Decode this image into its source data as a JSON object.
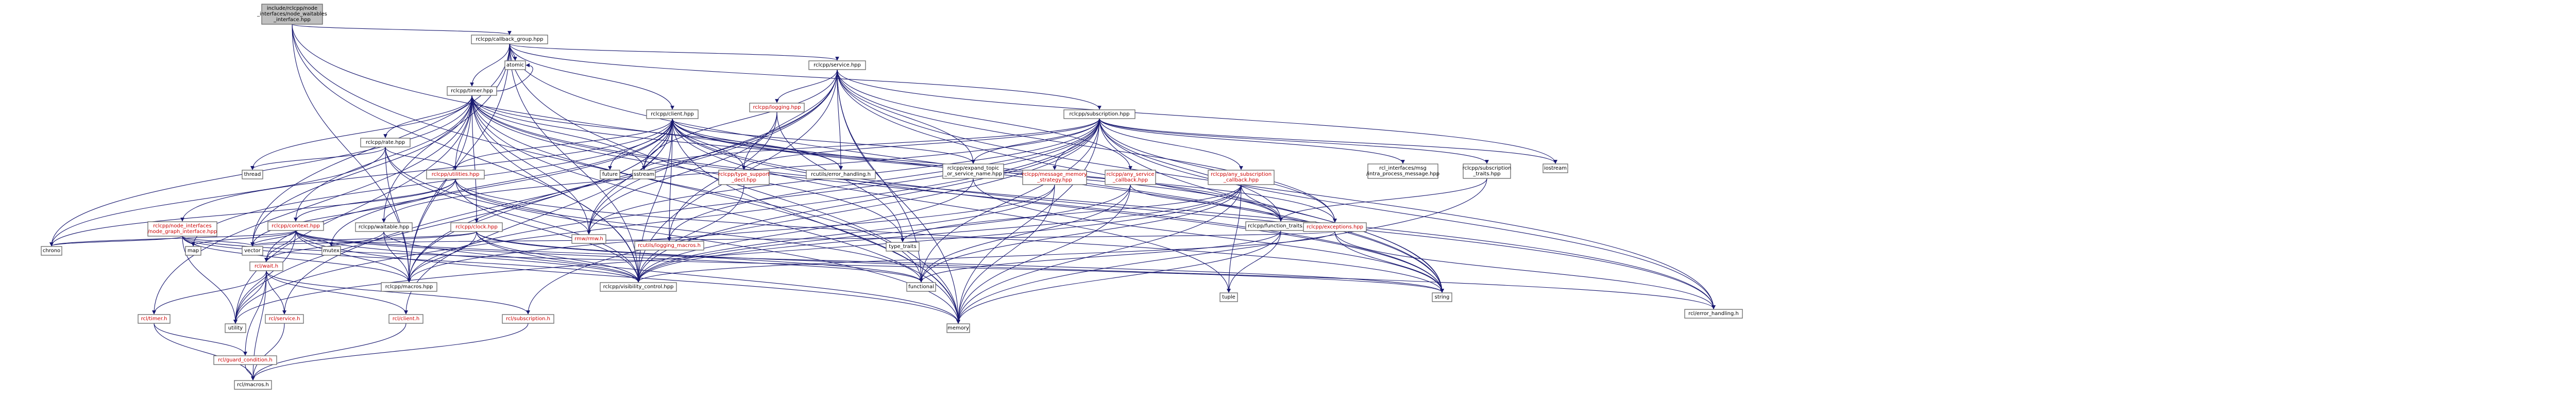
{
  "colors": {
    "root_fill": "#bfbfbf",
    "node_fill": "#ffffff",
    "edge": "#191970",
    "text_link": "#000000",
    "text_missing": "#cc0000"
  },
  "nodes": [
    {
      "id": "root",
      "lines": [
        "include/rclcpp/node",
        "_interfaces/node_waitables",
        "_interface.hpp"
      ],
      "missing": false,
      "root": true
    },
    {
      "id": "callback_group",
      "lines": [
        "rclcpp/callback_group.hpp"
      ],
      "missing": false
    },
    {
      "id": "atomic",
      "lines": [
        "atomic"
      ],
      "missing": false
    },
    {
      "id": "service_hpp",
      "lines": [
        "rclcpp/service.hpp"
      ],
      "missing": false
    },
    {
      "id": "timer_hpp",
      "lines": [
        "rclcpp/timer.hpp"
      ],
      "missing": false
    },
    {
      "id": "subscription_hpp",
      "lines": [
        "rclcpp/subscription.hpp"
      ],
      "missing": false
    },
    {
      "id": "client_hpp",
      "lines": [
        "rclcpp/client.hpp"
      ],
      "missing": false
    },
    {
      "id": "logging_hpp",
      "lines": [
        "rclcpp/logging.hpp"
      ],
      "missing": true
    },
    {
      "id": "rate_hpp",
      "lines": [
        "rclcpp/rate.hpp"
      ],
      "missing": false
    },
    {
      "id": "thread",
      "lines": [
        "thread"
      ],
      "missing": false
    },
    {
      "id": "utilities_hpp",
      "lines": [
        "rclcpp/utilities.hpp"
      ],
      "missing": true
    },
    {
      "id": "type_support_decl",
      "lines": [
        "rclcpp/type_support",
        "_decl.hpp"
      ],
      "missing": true
    },
    {
      "id": "sstream",
      "lines": [
        "sstream"
      ],
      "missing": false
    },
    {
      "id": "future",
      "lines": [
        "future"
      ],
      "missing": false
    },
    {
      "id": "rcutils_error_handling",
      "lines": [
        "rcutils/error_handling.h"
      ],
      "missing": false
    },
    {
      "id": "expand_topic",
      "lines": [
        "rclcpp/expand_topic",
        "_or_service_name.hpp"
      ],
      "missing": false
    },
    {
      "id": "message_memory",
      "lines": [
        "rclcpp/message_memory",
        "_strategy.hpp"
      ],
      "missing": true
    },
    {
      "id": "any_service_cb",
      "lines": [
        "rclcpp/any_service",
        "_callback.hpp"
      ],
      "missing": true
    },
    {
      "id": "any_sub_cb",
      "lines": [
        "rclcpp/any_subscription",
        "_callback.hpp"
      ],
      "missing": true
    },
    {
      "id": "rcl_interfaces_intra",
      "lines": [
        "rcl_interfaces/msg",
        "/intra_process_message.hpp"
      ],
      "missing": false
    },
    {
      "id": "sub_traits",
      "lines": [
        "rclcpp/subscription",
        "_traits.hpp"
      ],
      "missing": false
    },
    {
      "id": "iostream",
      "lines": [
        "iostream"
      ],
      "missing": false
    },
    {
      "id": "context_hpp",
      "lines": [
        "rclcpp/context.hpp"
      ],
      "missing": true
    },
    {
      "id": "waitable_hpp",
      "lines": [
        "rclcpp/waitable.hpp"
      ],
      "missing": false
    },
    {
      "id": "clock_hpp",
      "lines": [
        "rclcpp/clock.hpp"
      ],
      "missing": true
    },
    {
      "id": "node_graph_iface",
      "lines": [
        "rclcpp/node_interfaces",
        "/node_graph_interface.hpp"
      ],
      "missing": true
    },
    {
      "id": "rmw_rmw_h",
      "lines": [
        "rmw/rmw.h"
      ],
      "missing": true
    },
    {
      "id": "rcutils_logging_macros",
      "lines": [
        "rcutils/logging_macros.h"
      ],
      "missing": true
    },
    {
      "id": "type_traits",
      "lines": [
        "type_traits"
      ],
      "missing": false
    },
    {
      "id": "function_traits",
      "lines": [
        "rclcpp/function_traits.hpp"
      ],
      "missing": false
    },
    {
      "id": "exceptions_hpp",
      "lines": [
        "rclcpp/exceptions.hpp"
      ],
      "missing": true
    },
    {
      "id": "chrono",
      "lines": [
        "chrono"
      ],
      "missing": false
    },
    {
      "id": "map",
      "lines": [
        "map"
      ],
      "missing": false
    },
    {
      "id": "vector",
      "lines": [
        "vector"
      ],
      "missing": false
    },
    {
      "id": "rcl_wait_h",
      "lines": [
        "rcl/wait.h"
      ],
      "missing": true
    },
    {
      "id": "mutex",
      "lines": [
        "mutex"
      ],
      "missing": false
    },
    {
      "id": "macros_hpp",
      "lines": [
        "rclcpp/macros.hpp"
      ],
      "missing": false
    },
    {
      "id": "visibility_control",
      "lines": [
        "rclcpp/visibility_control.hpp"
      ],
      "missing": false
    },
    {
      "id": "functional",
      "lines": [
        "functional"
      ],
      "missing": false
    },
    {
      "id": "tuple",
      "lines": [
        "tuple"
      ],
      "missing": false
    },
    {
      "id": "string",
      "lines": [
        "string"
      ],
      "missing": false
    },
    {
      "id": "rcl_error_handling",
      "lines": [
        "rcl/error_handling.h"
      ],
      "missing": false
    },
    {
      "id": "rcl_timer_h",
      "lines": [
        "rcl/timer.h"
      ],
      "missing": true
    },
    {
      "id": "utility",
      "lines": [
        "utility"
      ],
      "missing": false
    },
    {
      "id": "rcl_service_h",
      "lines": [
        "rcl/service.h"
      ],
      "missing": true
    },
    {
      "id": "rcl_client_h",
      "lines": [
        "rcl/client.h"
      ],
      "missing": true
    },
    {
      "id": "rcl_subscription_h",
      "lines": [
        "rcl/subscription.h"
      ],
      "missing": true
    },
    {
      "id": "memory",
      "lines": [
        "memory"
      ],
      "missing": false
    },
    {
      "id": "guard_condition",
      "lines": [
        "rcl/guard_condition.h"
      ],
      "missing": true
    },
    {
      "id": "rcl_macros_h",
      "lines": [
        "rcl/macros.h"
      ],
      "missing": false
    }
  ],
  "edges": [
    [
      "root",
      "callback_group"
    ],
    [
      "root",
      "memory"
    ],
    [
      "root",
      "macros_hpp"
    ],
    [
      "root",
      "visibility_control"
    ],
    [
      "root",
      "string"
    ],
    [
      "callback_group",
      "atomic"
    ],
    [
      "callback_group",
      "service_hpp"
    ],
    [
      "callback_group",
      "timer_hpp"
    ],
    [
      "callback_group",
      "subscription_hpp"
    ],
    [
      "callback_group",
      "client_hpp"
    ],
    [
      "callback_group",
      "macros_hpp"
    ],
    [
      "callback_group",
      "visibility_control"
    ],
    [
      "callback_group",
      "vector"
    ],
    [
      "callback_group",
      "string"
    ],
    [
      "callback_group",
      "memory"
    ],
    [
      "callback_group",
      "waitable_hpp"
    ],
    [
      "service_hpp",
      "logging_hpp"
    ],
    [
      "service_hpp",
      "type_support_decl"
    ],
    [
      "service_hpp",
      "sstream"
    ],
    [
      "service_hpp",
      "expand_topic"
    ],
    [
      "service_hpp",
      "any_service_cb"
    ],
    [
      "service_hpp",
      "rcl_error_handling"
    ],
    [
      "service_hpp",
      "rcl_service_h"
    ],
    [
      "service_hpp",
      "rmw_rmw_h"
    ],
    [
      "service_hpp",
      "functional"
    ],
    [
      "service_hpp",
      "string"
    ],
    [
      "service_hpp",
      "memory"
    ],
    [
      "service_hpp",
      "iostream"
    ],
    [
      "service_hpp",
      "exceptions_hpp"
    ],
    [
      "service_hpp",
      "macros_hpp"
    ],
    [
      "service_hpp",
      "visibility_control"
    ],
    [
      "service_hpp",
      "rcutils_error_handling"
    ],
    [
      "timer_hpp",
      "rate_hpp"
    ],
    [
      "timer_hpp",
      "utilities_hpp"
    ],
    [
      "timer_hpp",
      "context_hpp"
    ],
    [
      "timer_hpp",
      "clock_hpp"
    ],
    [
      "timer_hpp",
      "thread"
    ],
    [
      "timer_hpp",
      "chrono"
    ],
    [
      "timer_hpp",
      "functional"
    ],
    [
      "timer_hpp",
      "memory"
    ],
    [
      "timer_hpp",
      "sstream"
    ],
    [
      "timer_hpp",
      "type_traits"
    ],
    [
      "timer_hpp",
      "utility"
    ],
    [
      "timer_hpp",
      "vector"
    ],
    [
      "timer_hpp",
      "string"
    ],
    [
      "timer_hpp",
      "atomic"
    ],
    [
      "timer_hpp",
      "function_traits"
    ],
    [
      "timer_hpp",
      "macros_hpp"
    ],
    [
      "timer_hpp",
      "visibility_control"
    ],
    [
      "timer_hpp",
      "rcl_error_handling"
    ],
    [
      "timer_hpp",
      "rcl_timer_h"
    ],
    [
      "timer_hpp",
      "rmw_rmw_h"
    ],
    [
      "timer_hpp",
      "rcutils_error_handling"
    ],
    [
      "subscription_hpp",
      "any_sub_cb"
    ],
    [
      "subscription_hpp",
      "message_memory"
    ],
    [
      "subscription_hpp",
      "rcl_interfaces_intra"
    ],
    [
      "subscription_hpp",
      "sub_traits"
    ],
    [
      "subscription_hpp",
      "expand_topic"
    ],
    [
      "subscription_hpp",
      "exceptions_hpp"
    ],
    [
      "subscription_hpp",
      "type_support_decl"
    ],
    [
      "subscription_hpp",
      "macros_hpp"
    ],
    [
      "subscription_hpp",
      "visibility_control"
    ],
    [
      "subscription_hpp",
      "rcl_error_handling"
    ],
    [
      "subscription_hpp",
      "rcl_subscription_h"
    ],
    [
      "subscription_hpp",
      "rmw_rmw_h"
    ],
    [
      "subscription_hpp",
      "functional"
    ],
    [
      "subscription_hpp",
      "iostream"
    ],
    [
      "subscription_hpp",
      "memory"
    ],
    [
      "subscription_hpp",
      "sstream"
    ],
    [
      "subscription_hpp",
      "string"
    ],
    [
      "subscription_hpp",
      "utility"
    ],
    [
      "subscription_hpp",
      "rcutils_logging_macros"
    ],
    [
      "subscription_hpp",
      "function_traits"
    ],
    [
      "subscription_hpp",
      "waitable_hpp"
    ],
    [
      "client_hpp",
      "future"
    ],
    [
      "client_hpp",
      "map"
    ],
    [
      "client_hpp",
      "memory"
    ],
    [
      "client_hpp",
      "sstream"
    ],
    [
      "client_hpp",
      "string"
    ],
    [
      "client_hpp",
      "tuple"
    ],
    [
      "client_hpp",
      "utility"
    ],
    [
      "client_hpp",
      "mutex"
    ],
    [
      "client_hpp",
      "rcl_client_h"
    ],
    [
      "client_hpp",
      "rcl_error_handling"
    ],
    [
      "client_hpp",
      "rcl_wait_h"
    ],
    [
      "client_hpp",
      "rcutils_logging_macros"
    ],
    [
      "client_hpp",
      "rmw_rmw_h"
    ],
    [
      "client_hpp",
      "function_traits"
    ],
    [
      "client_hpp",
      "macros_hpp"
    ],
    [
      "client_hpp",
      "node_graph_iface"
    ],
    [
      "client_hpp",
      "type_support_decl"
    ],
    [
      "client_hpp",
      "utilities_hpp"
    ],
    [
      "client_hpp",
      "expand_topic"
    ],
    [
      "client_hpp",
      "visibility_control"
    ],
    [
      "client_hpp",
      "exceptions_hpp"
    ],
    [
      "client_hpp",
      "rcutils_error_handling"
    ],
    [
      "logging_hpp",
      "type_traits"
    ],
    [
      "logging_hpp",
      "rcutils_logging_macros"
    ],
    [
      "logging_hpp",
      "rmw_rmw_h"
    ],
    [
      "rate_hpp",
      "chrono"
    ],
    [
      "rate_hpp",
      "memory"
    ],
    [
      "rate_hpp",
      "thread"
    ],
    [
      "rate_hpp",
      "macros_hpp"
    ],
    [
      "rate_hpp",
      "utilities_hpp"
    ],
    [
      "rate_hpp",
      "visibility_control"
    ],
    [
      "utilities_hpp",
      "chrono"
    ],
    [
      "utilities_hpp",
      "functional"
    ],
    [
      "utilities_hpp",
      "string"
    ],
    [
      "utilities_hpp",
      "vector"
    ],
    [
      "utilities_hpp",
      "context_hpp"
    ],
    [
      "utilities_hpp",
      "visibility_control"
    ],
    [
      "utilities_hpp",
      "rmw_rmw_h"
    ],
    [
      "type_support_decl",
      "visibility_control"
    ],
    [
      "expand_topic",
      "string"
    ],
    [
      "expand_topic",
      "visibility_control"
    ],
    [
      "message_memory",
      "memory"
    ],
    [
      "message_memory",
      "macros_hpp"
    ],
    [
      "message_memory",
      "visibility_control"
    ],
    [
      "any_service_cb",
      "functional"
    ],
    [
      "any_service_cb",
      "memory"
    ],
    [
      "any_service_cb",
      "function_traits"
    ],
    [
      "any_service_cb",
      "visibility_control"
    ],
    [
      "any_sub_cb",
      "functional"
    ],
    [
      "any_sub_cb",
      "memory"
    ],
    [
      "any_sub_cb",
      "stdexcept_dummy"
    ],
    [
      "any_sub_cb",
      "type_traits"
    ],
    [
      "any_sub_cb",
      "utility"
    ],
    [
      "any_sub_cb",
      "function_traits"
    ],
    [
      "any_sub_cb",
      "visibility_control"
    ],
    [
      "any_sub_cb",
      "tuple"
    ],
    [
      "sub_traits",
      "memory"
    ],
    [
      "sub_traits",
      "function_traits"
    ],
    [
      "context_hpp",
      "map"
    ],
    [
      "context_hpp",
      "memory"
    ],
    [
      "context_hpp",
      "mutex"
    ],
    [
      "context_hpp",
      "utility"
    ],
    [
      "context_hpp",
      "vector"
    ],
    [
      "context_hpp",
      "string"
    ],
    [
      "context_hpp",
      "rcl_wait_h"
    ],
    [
      "context_hpp",
      "macros_hpp"
    ],
    [
      "context_hpp",
      "visibility_control"
    ],
    [
      "context_hpp",
      "functional"
    ],
    [
      "context_hpp",
      "chrono"
    ],
    [
      "waitable_hpp",
      "macros_hpp"
    ],
    [
      "waitable_hpp",
      "visibility_control"
    ],
    [
      "waitable_hpp",
      "rcl_wait_h"
    ],
    [
      "clock_hpp",
      "functional"
    ],
    [
      "clock_hpp",
      "memory"
    ],
    [
      "clock_hpp",
      "mutex"
    ],
    [
      "clock_hpp",
      "macros_hpp"
    ],
    [
      "clock_hpp",
      "visibility_control"
    ],
    [
      "clock_hpp",
      "vector"
    ],
    [
      "clock_hpp",
      "rcl_error_handling"
    ],
    [
      "node_graph_iface",
      "chrono"
    ],
    [
      "node_graph_iface",
      "map"
    ],
    [
      "node_graph_iface",
      "string"
    ],
    [
      "node_graph_iface",
      "utility"
    ],
    [
      "node_graph_iface",
      "vector"
    ],
    [
      "node_graph_iface",
      "macros_hpp"
    ],
    [
      "node_graph_iface",
      "visibility_control"
    ],
    [
      "function_traits",
      "functional"
    ],
    [
      "function_traits",
      "memory"
    ],
    [
      "function_traits",
      "tuple"
    ],
    [
      "exceptions_hpp",
      "string"
    ],
    [
      "exceptions_hpp",
      "vector"
    ],
    [
      "exceptions_hpp",
      "visibility_control"
    ],
    [
      "exceptions_hpp",
      "rcl_error_handling"
    ],
    [
      "rcl_wait_h",
      "rcl_client_h"
    ],
    [
      "rcl_wait_h",
      "rcl_guard_condition_dummy"
    ],
    [
      "rcl_wait_h",
      "guard_condition"
    ],
    [
      "rcl_wait_h",
      "rcl_macros_h"
    ],
    [
      "rcl_wait_h",
      "rcl_service_h"
    ],
    [
      "rcl_wait_h",
      "rcl_subscription_h"
    ],
    [
      "rcl_wait_h",
      "rcl_timer_h"
    ],
    [
      "rcl_wait_h",
      "utility"
    ],
    [
      "rcl_timer_h",
      "guard_condition"
    ],
    [
      "rcl_timer_h",
      "rcl_macros_h"
    ],
    [
      "rcl_service_h",
      "rcl_macros_h"
    ],
    [
      "rcl_client_h",
      "rcl_macros_h"
    ],
    [
      "rcl_subscription_h",
      "rcl_macros_h"
    ],
    [
      "guard_condition",
      "rcl_macros_h"
    ]
  ]
}
